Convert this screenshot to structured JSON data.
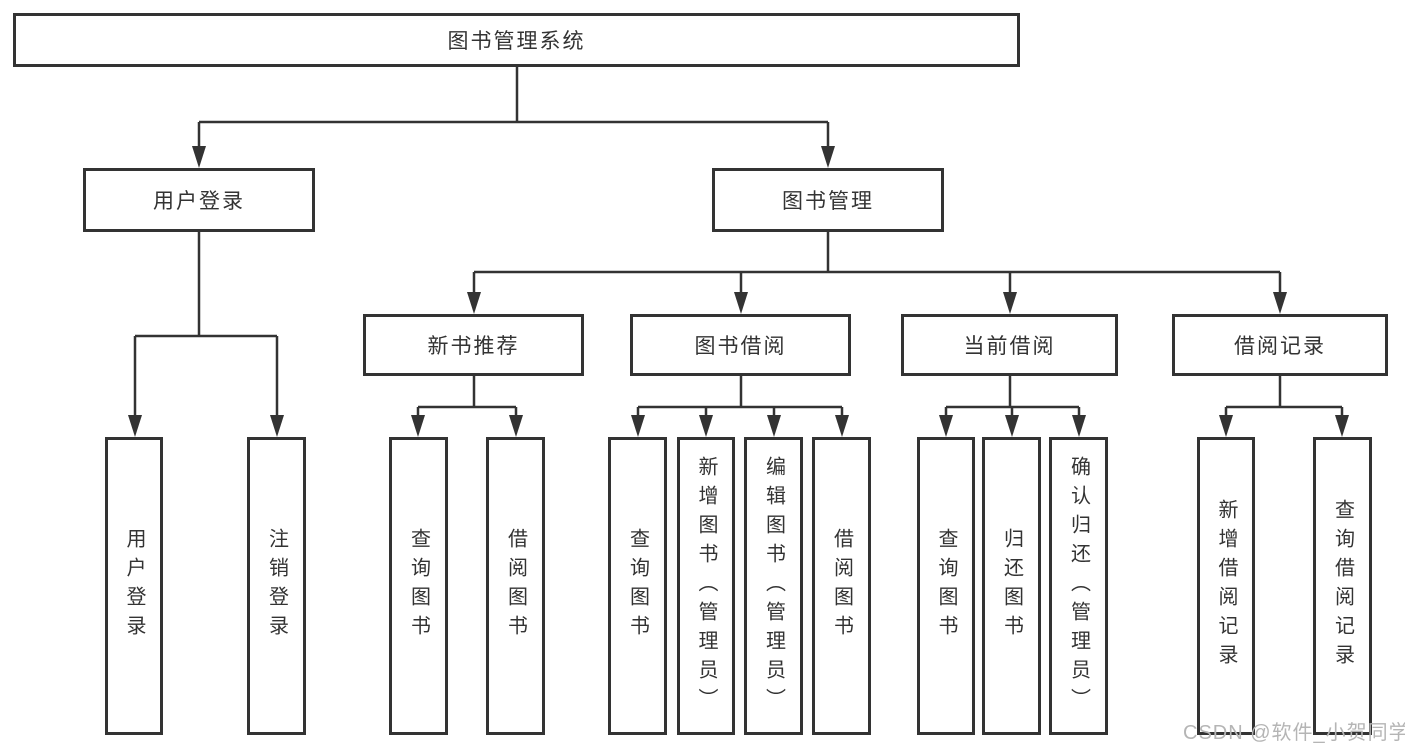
{
  "diagram": {
    "type": "org-tree",
    "tree": {
      "label": "图书管理系统",
      "children": [
        {
          "label": "用户登录",
          "children": [
            {
              "label": "用户登录"
            },
            {
              "label": "注销登录"
            }
          ]
        },
        {
          "label": "图书管理",
          "children": [
            {
              "label": "新书推荐",
              "children": [
                {
                  "label": "查询图书"
                },
                {
                  "label": "借阅图书"
                }
              ]
            },
            {
              "label": "图书借阅",
              "children": [
                {
                  "label": "查询图书"
                },
                {
                  "label": "新增图书（管理员）"
                },
                {
                  "label": "编辑图书（管理员）"
                },
                {
                  "label": "借阅图书"
                }
              ]
            },
            {
              "label": "当前借阅",
              "children": [
                {
                  "label": "查询图书"
                },
                {
                  "label": "归还图书"
                },
                {
                  "label": "确认归还（管理员）"
                }
              ]
            },
            {
              "label": "借阅记录",
              "children": [
                {
                  "label": "新增借阅记录"
                },
                {
                  "label": "查询借阅记录"
                }
              ]
            }
          ]
        }
      ]
    }
  },
  "watermark": {
    "text": "CSDN @软件_小贺同学"
  },
  "colors": {
    "line": "#333333",
    "border": "#333333",
    "text": "#333333",
    "watermark": "#b5b5b5",
    "background": "#ffffff"
  }
}
